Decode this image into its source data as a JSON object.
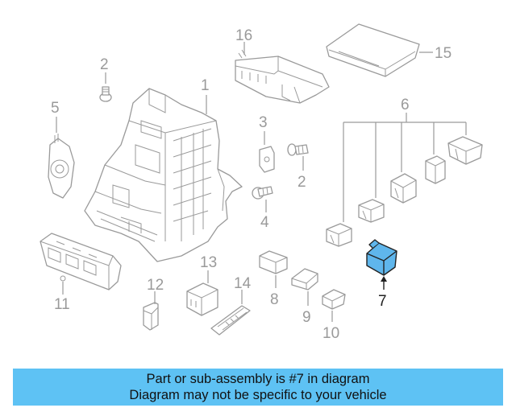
{
  "diagram": {
    "callouts": {
      "c1": "1",
      "c2a": "2",
      "c2b": "2",
      "c3": "3",
      "c4": "4",
      "c5": "5",
      "c6": "6",
      "c7": "7",
      "c8": "8",
      "c9": "9",
      "c10": "10",
      "c11": "11",
      "c12": "12",
      "c13": "13",
      "c14": "14",
      "c15": "15",
      "c16": "16"
    },
    "highlighted_part": "7",
    "highlight_color": "#5fb6ec",
    "line_color": "#9a9a9a"
  },
  "banner": {
    "line1": "Part or sub-assembly is #7 in diagram",
    "line2": "Diagram may not be specific to your vehicle",
    "background": "#5ec2f4"
  }
}
